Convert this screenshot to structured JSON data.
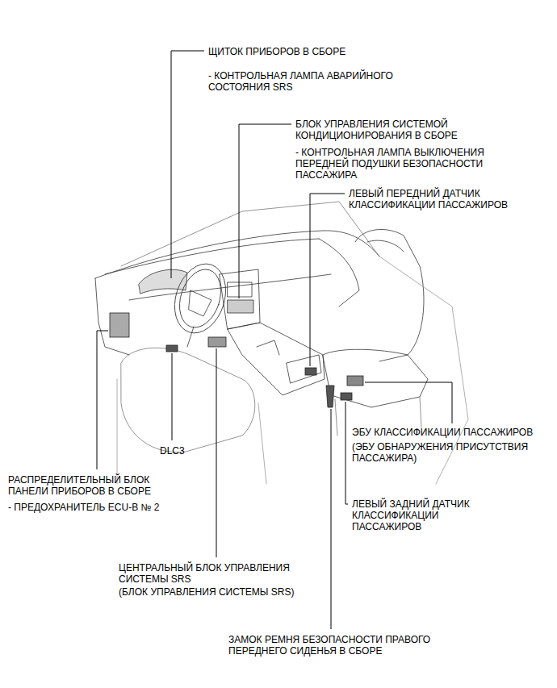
{
  "diagram": {
    "labels": [
      "ЩИТОК ПРИБОРОВ В СБОРЕ",
      "- КОНТРОЛЬНАЯ ЛАМПА АВАРИЙНОГО СОСТОЯНИЯ SRS",
      "БЛОК УПРАВЛЕНИЯ СИСТЕМОЙ КОНДИЦИОНИРОВАНИЯ В СБОРЕ",
      "- КОНТРОЛЬНАЯ ЛАМПА ВЫКЛЮЧЕНИЯ ПЕРЕДНЕЙ ПОДУШКИ БЕЗОПАСНОСТИ ПАССАЖИРА",
      "ЛЕВЫЙ ПЕРЕДНИЙ ДАТЧИК КЛАССИФИКАЦИИ ПАССАЖИРОВ",
      "ЭБУ КЛАССИФИКАЦИИ ПАССАЖИРОВ",
      "(ЭБУ ОБНАРУЖЕНИЯ ПРИСУТСТВИЯ ПАССАЖИРА)",
      "DLC3",
      "ЛЕВЫЙ ЗАДНИЙ ДАТЧИК КЛАССИФИКАЦИИ ПАССАЖИРОВ",
      "РАСПРЕДЕЛИТЕЛЬНЫЙ БЛОК ПАНЕЛИ ПРИБОРОВ В СБОРЕ",
      "- ПРЕДОХРАНИТЕЛЬ ECU-B № 2",
      "ЦЕНТРАЛЬНЫЙ БЛОК УПРАВЛЕНИЯ СИСТЕМЫ SRS",
      "(БЛОК УПРАВЛЕНИЯ СИСТЕМЫ SRS)",
      "ЗАМОК РЕМНЯ БЕЗОПАСНОСТИ ПРАВОГО ПЕРЕДНЕГО СИДЕНЬЯ В СБОРЕ"
    ]
  }
}
